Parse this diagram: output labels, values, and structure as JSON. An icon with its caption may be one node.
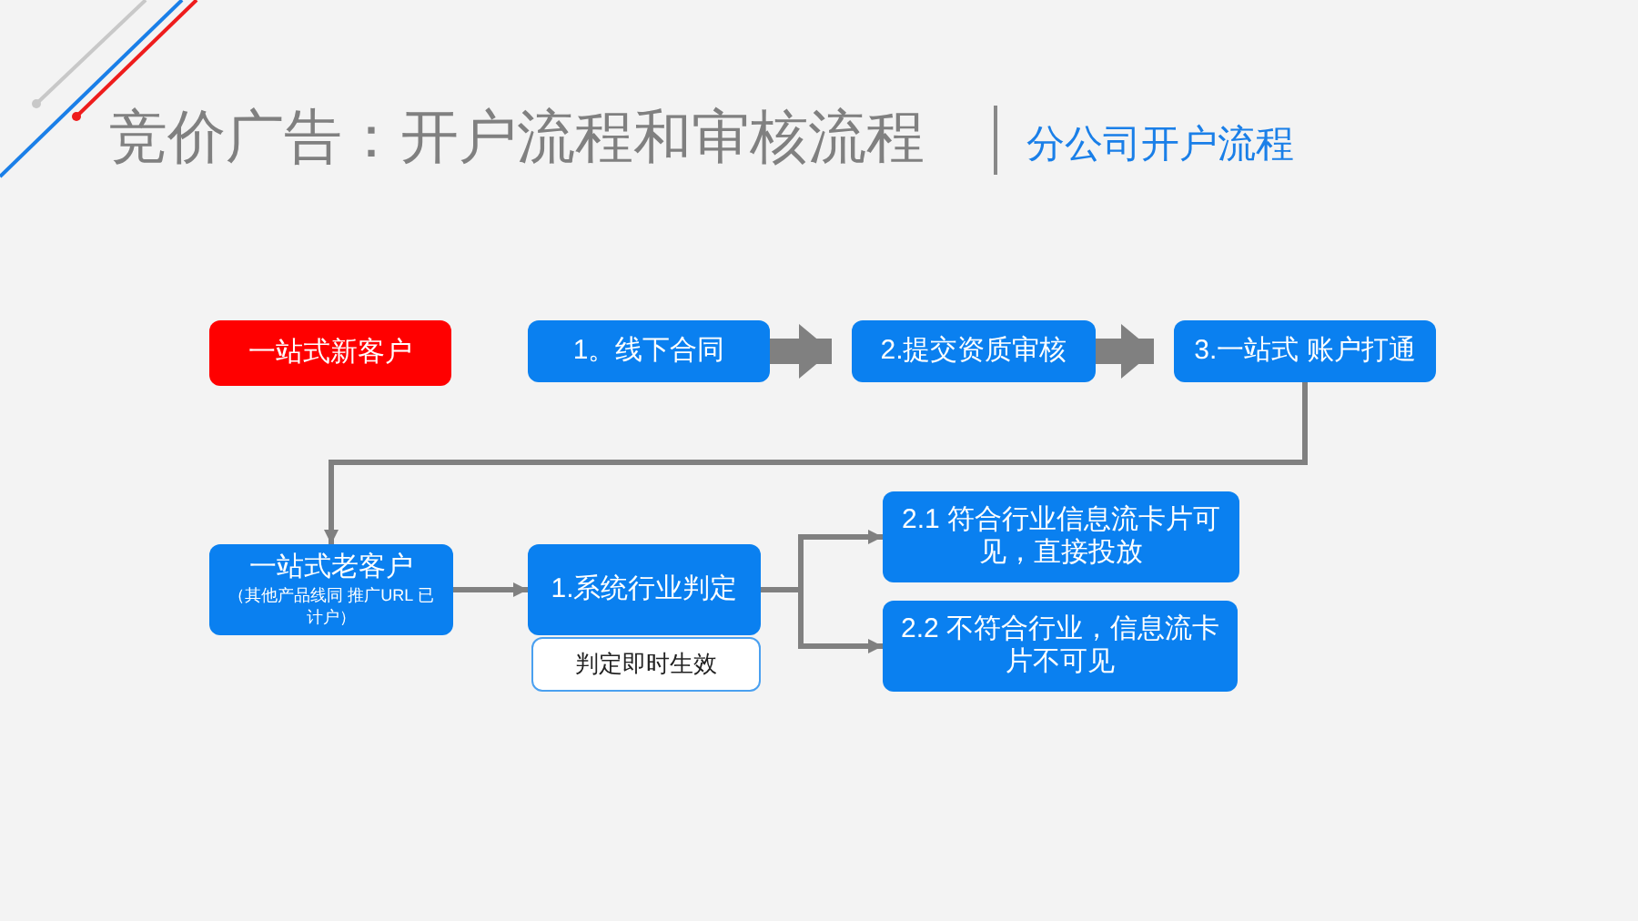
{
  "diagram": {
    "title": "竞价广告：开户流程和审核流程",
    "nodes": [
      {
        "text": [
          "一站式新客户"
        ]
      },
      {
        "text": [
          "1。线下合同"
        ]
      },
      {
        "text": [
          "2.提交资质审核"
        ]
      },
      {
        "text": [
          "3.一站式 账户打通"
        ]
      },
      {
        "text": [
          "一站式老客户",
          "（其他产品线同 推广URL 已计户）"
        ]
      },
      {
        "text": [
          "1.系统行业判定"
        ]
      },
      {
        "text": [
          "判定即时生效"
        ]
      },
      {
        "text": [
          "2.1 符合行业信息流卡片可见，直接投放"
        ]
      },
      {
        "text": [
          "2.2 不符合行业，信息流卡片不可见"
        ]
      }
    ],
    "edges": [
      {
        "from": 1,
        "to": 2,
        "arrow": "to",
        "style": "thick"
      },
      {
        "from": 2,
        "to": 3,
        "arrow": "to",
        "style": "thick"
      },
      {
        "from": 3,
        "to": 4,
        "arrow": "to"
      },
      {
        "from": 4,
        "to": 5,
        "arrow": "to"
      },
      {
        "from": 5,
        "to": 7,
        "arrow": "to"
      },
      {
        "from": 5,
        "to": 8,
        "arrow": "to"
      }
    ],
    "labels": [
      "分公司开户流程"
    ]
  }
}
